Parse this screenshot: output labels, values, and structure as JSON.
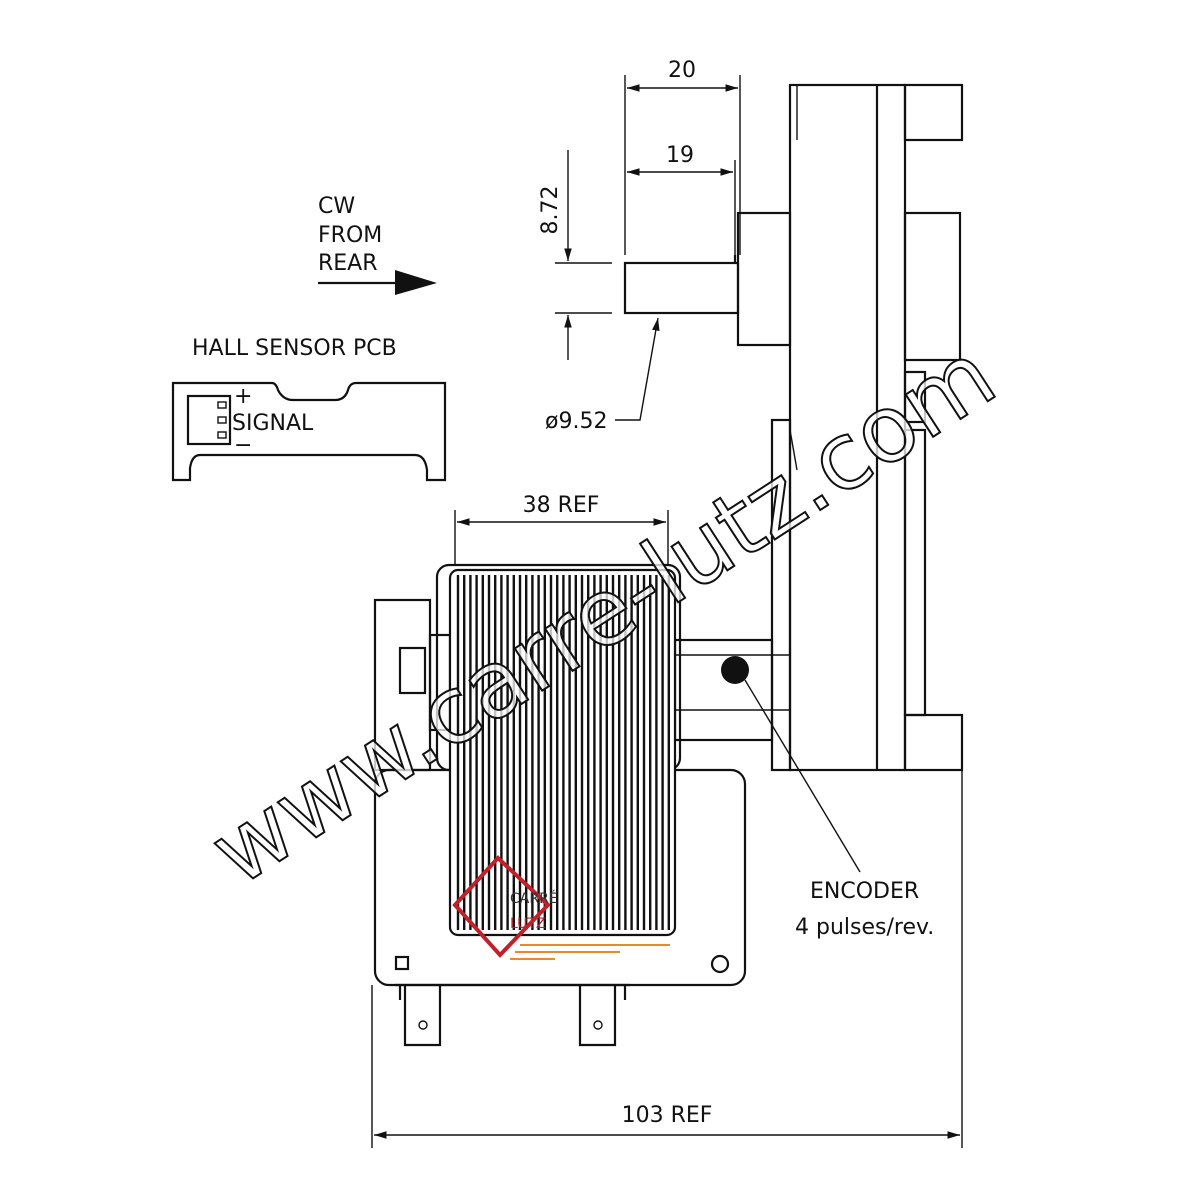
{
  "dimensions": {
    "shaft_length_outer": "20",
    "shaft_length_inner": "19",
    "flat_height": "8.72",
    "shaft_diameter": "ø9.52",
    "motor_width": "38 REF",
    "overall_length": "103 REF"
  },
  "rotation": {
    "line1": "CW",
    "line2": "FROM",
    "line3": "REAR"
  },
  "hall_sensor": {
    "title": "HALL SENSOR PCB",
    "plus": "+",
    "signal": "SIGNAL",
    "minus": "−"
  },
  "encoder": {
    "label": "ENCODER",
    "spec": "4 pulses/rev."
  },
  "watermark": "www.carre-lutz.com",
  "logo": {
    "line1": "CARRÉ",
    "line2": "LUTZ",
    "color": "#c0202a",
    "accent": "#e88a2a"
  }
}
